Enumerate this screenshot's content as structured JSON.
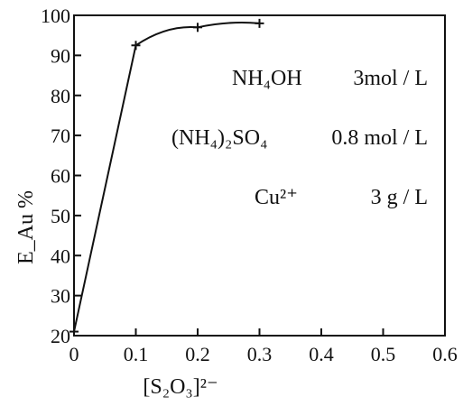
{
  "chart_data": {
    "type": "line",
    "title": "",
    "xlabel": "[S₂O₃]²⁻",
    "ylabel": "E_Au %",
    "xlim": [
      0,
      0.6
    ],
    "ylim": [
      20,
      100
    ],
    "x_ticks": [
      "0",
      "0.1",
      "0.2",
      "0.3",
      "0.4",
      "0.5",
      "0.6"
    ],
    "y_ticks": [
      "20",
      "30",
      "40",
      "50",
      "60",
      "70",
      "80",
      "90",
      "100"
    ],
    "grid": false,
    "series": [
      {
        "x": [
          0,
          0.1,
          0.2,
          0.3
        ],
        "y": [
          21,
          92.5,
          97,
          98
        ]
      }
    ],
    "annotations": [
      {
        "label": "NH₄OH",
        "value": "3mol / L"
      },
      {
        "label": "(NH₄)₂SO₄",
        "value": "0.8 mol / L"
      },
      {
        "label": "Cu²⁺",
        "value": "3 g / L"
      }
    ]
  }
}
